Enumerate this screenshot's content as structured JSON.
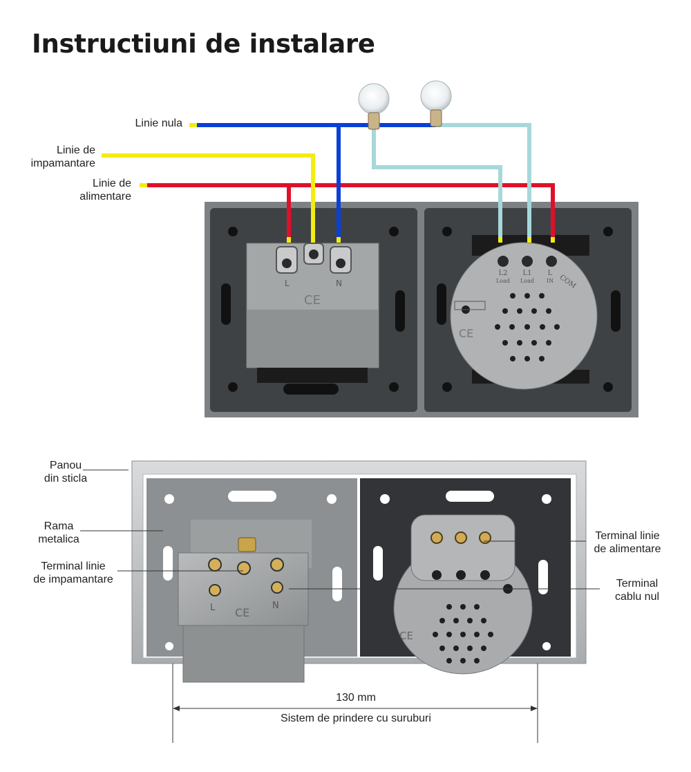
{
  "title": "Instructiuni de instalare",
  "wiring": {
    "neutral_line": "Linie nula",
    "ground_line": [
      "Linie de",
      "impamantare"
    ],
    "supply_line": [
      "Linie de",
      "alimentare"
    ],
    "colors": {
      "neutral": "#0a3fd8",
      "ground": "#f3ec12",
      "supply": "#e0102a",
      "load": "#a6d8da"
    },
    "socket_marks": [
      "L",
      "N"
    ],
    "switch_marks": {
      "terminals": [
        "L2",
        "L1",
        "L"
      ],
      "sub": [
        "Load",
        "Load",
        "IN"
      ],
      "com": "COM"
    }
  },
  "assembly": {
    "glass_panel": [
      "Panou",
      "din sticla"
    ],
    "metal_frame": [
      "Rama",
      "metalica"
    ],
    "ground_terminal": [
      "Terminal linie",
      "de impamantare"
    ],
    "supply_terminal": [
      "Terminal linie",
      "de alimentare"
    ],
    "neutral_terminal": [
      "Terminal",
      "cablu nul"
    ],
    "width": "130 mm",
    "mounting": "Sistem de prindere cu suruburi"
  }
}
